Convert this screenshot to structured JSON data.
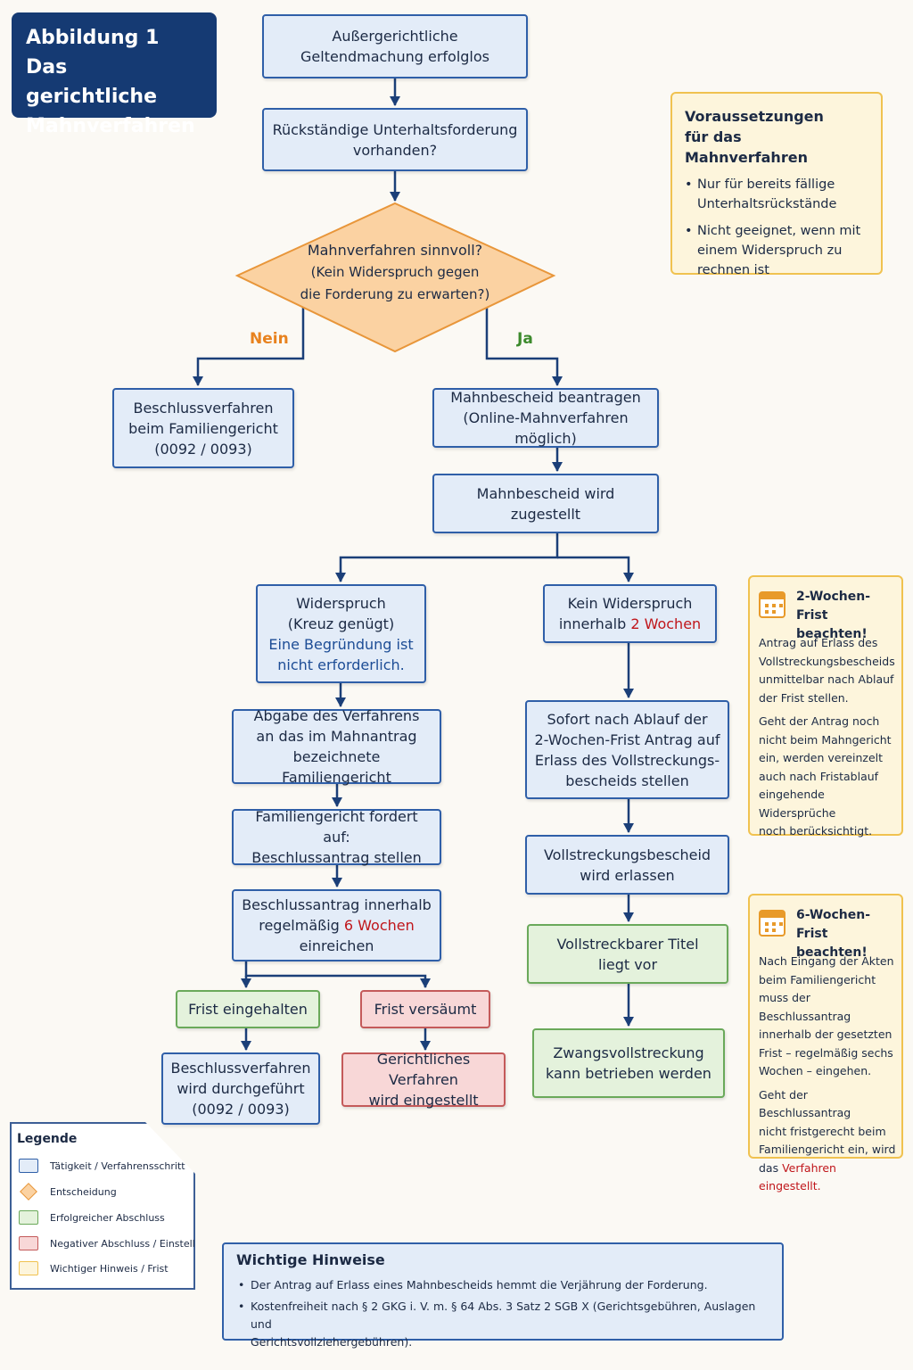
{
  "title": {
    "lines": [
      "Abbildung 1",
      "Das gerichtliche",
      "Mahnverfahren"
    ]
  },
  "colors": {
    "activity": "#e3ecf8",
    "activity_border": "#2f5fa8",
    "decision": "#fbd2a2",
    "decision_border": "#e8963a",
    "success": "#e4f2dc",
    "negative": "#f8d7d7",
    "hint": "#fdf5dc",
    "title_bg": "#153a73",
    "deadline_red": "#c0161b",
    "nein": "#e8821e",
    "ja": "#3c8a2c"
  },
  "flow": {
    "start": {
      "lines": [
        "Außergerichtliche",
        "Geltendmachung erfolglos"
      ]
    },
    "rueckstand": {
      "lines": [
        "Rückständige Unterhaltsforderung",
        "vorhanden?"
      ]
    },
    "decision": {
      "lines": [
        "Mahnverfahren sinnvoll?",
        "(Kein Widerspruch gegen",
        "die Forderung zu erwarten?)"
      ]
    },
    "label_nein": "Nein",
    "label_ja": "Ja",
    "beschlussverfahren": {
      "lines": [
        "Beschlussverfahren",
        "beim Familiengericht",
        "(0092 / 0093)"
      ]
    },
    "mahnbescheid_beantragen": {
      "lines": [
        "Mahnbescheid beantragen",
        "(Online-Mahnverfahren möglich)"
      ]
    },
    "zugestellt": {
      "lines": [
        "Mahnbescheid wird",
        "zugestellt"
      ]
    },
    "widerspruch": {
      "lines": [
        "Widerspruch",
        "(Kreuz genügt)"
      ],
      "note_lines": [
        "Eine Begründung ist",
        "nicht erforderlich."
      ]
    },
    "kein_widerspruch": {
      "line1": "Kein Widerspruch",
      "line2_prefix": "innerhalb ",
      "line2_highlight": "2 Wochen"
    },
    "abgabe": {
      "lines": [
        "Abgabe des Verfahrens",
        "an das im Mahnantrag",
        "bezeichnete Familiengericht"
      ]
    },
    "familiengericht_fordert": {
      "lines": [
        "Familiengericht fordert auf:",
        "Beschlussantrag stellen"
      ]
    },
    "beschlussantrag": {
      "line1": "Beschlussantrag innerhalb",
      "line2_prefix": "regelmäßig ",
      "line2_highlight": "6 Wochen",
      "line3": "einreichen"
    },
    "frist_eingehalten": {
      "lines": [
        "Frist eingehalten"
      ]
    },
    "frist_versaeumt": {
      "lines": [
        "Frist versäumt"
      ]
    },
    "beschluss_durchgefuehrt": {
      "lines": [
        "Beschlussverfahren",
        "wird durchgeführt",
        "(0092 / 0093)"
      ]
    },
    "verfahren_eingestellt": {
      "lines": [
        "Gerichtliches Verfahren",
        "wird eingestellt"
      ]
    },
    "antrag_vollstreckung": {
      "lines": [
        "Sofort nach Ablauf der",
        "2-Wochen-Frist Antrag auf",
        "Erlass des Vollstreckungs-",
        "bescheids stellen"
      ]
    },
    "vollstreckungsbescheid": {
      "lines": [
        "Vollstreckungsbescheid",
        "wird erlassen"
      ]
    },
    "titel": {
      "lines": [
        "Vollstreckbarer Titel",
        "liegt vor"
      ]
    },
    "zwangsvollstreckung": {
      "lines": [
        "Zwangsvollstreckung",
        "kann betrieben werden"
      ]
    }
  },
  "voraussetzungen": {
    "title_lines": [
      "Voraussetzungen",
      "für das Mahnverfahren"
    ],
    "items": [
      [
        "Nur für bereits fällige",
        "Unterhaltsrückstände"
      ],
      [
        "Nicht geeignet, wenn mit",
        "einem Widerspruch zu",
        "rechnen ist"
      ]
    ]
  },
  "frist2": {
    "icon": "calendar-icon",
    "title_lines": [
      "2-Wochen-Frist",
      "beachten!"
    ],
    "para1": [
      "Antrag auf Erlass des",
      "Vollstreckungsbescheids",
      "unmittelbar nach Ablauf",
      "der Frist stellen."
    ],
    "para2": [
      "Geht der Antrag noch",
      "nicht beim Mahngericht",
      "ein, werden vereinzelt",
      "auch nach Fristablauf",
      "eingehende Widersprüche",
      "noch berücksichtigt."
    ]
  },
  "frist6": {
    "icon": "calendar-icon",
    "title_lines": [
      "6-Wochen-Frist",
      "beachten!"
    ],
    "para1": [
      "Nach Eingang der Akten",
      "beim Familiengericht",
      "muss der Beschlussantrag",
      "innerhalb der gesetzten",
      "Frist – regelmäßig sechs",
      "Wochen – eingehen."
    ],
    "para2": [
      "Geht der Beschlussantrag",
      "nicht fristgerecht beim",
      "Familiengericht ein, wird"
    ],
    "para2_last_prefix": "das ",
    "para2_last_highlight": "Verfahren eingestellt."
  },
  "legend": {
    "title": "Legende",
    "items": [
      {
        "label": "Tätigkeit / Verfahrensschritt",
        "kind": "activity"
      },
      {
        "label": "Entscheidung",
        "kind": "decision"
      },
      {
        "label": "Erfolgreicher Abschluss",
        "kind": "success"
      },
      {
        "label": "Negativer Abschluss / Einstellung",
        "kind": "negative"
      },
      {
        "label": "Wichtiger Hinweis / Frist",
        "kind": "hint"
      }
    ]
  },
  "hinweise": {
    "title": "Wichtige Hinweise",
    "items": [
      [
        "Der Antrag auf Erlass eines Mahnbescheids hemmt die Verjährung der Forderung."
      ],
      [
        "Kostenfreiheit nach § 2 GKG i. V. m. § 64 Abs. 3 Satz 2 SGB X (Gerichtsgebühren, Auslagen und",
        "Gerichtsvollziehergebühren)."
      ]
    ]
  }
}
